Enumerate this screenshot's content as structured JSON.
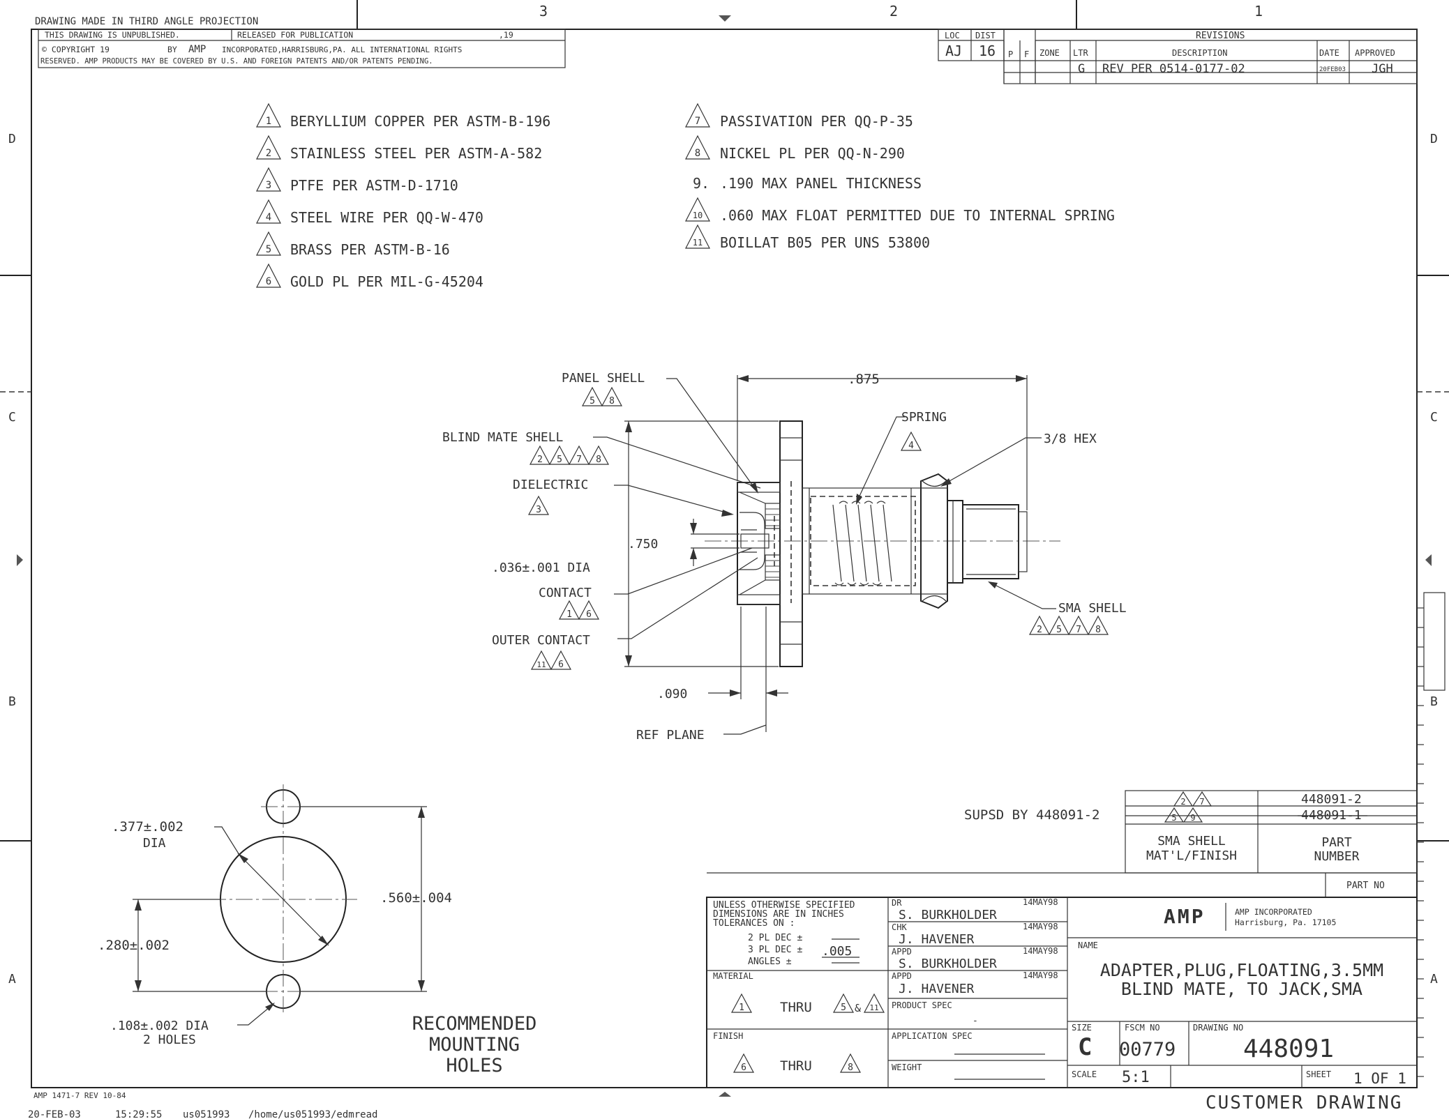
{
  "header": {
    "projection": "DRAWING MADE IN THIRD ANGLE PROJECTION",
    "unpublished": "THIS DRAWING IS UNPUBLISHED.",
    "released": "RELEASED FOR PUBLICATION",
    "released_year": ",19",
    "copyright_a": "© COPYRIGHT 19",
    "copyright_b": "BY",
    "copyright_amp": "AMP",
    "copyright_c": "INCORPORATED,HARRISBURG,PA.  ALL INTERNATIONAL RIGHTS",
    "copyright_d": "RESERVED. AMP PRODUCTS MAY BE COVERED BY U.S. AND FOREIGN PATENTS AND/OR PATENTS PENDING."
  },
  "zones": {
    "top": [
      "3",
      "2",
      "1"
    ],
    "side": [
      "D",
      "C",
      "B",
      "A"
    ]
  },
  "loc_block": {
    "loc_label": "LOC",
    "loc_value": "AJ",
    "dist_label": "DIST",
    "dist_value": "16",
    "p": "P",
    "f": "F"
  },
  "revisions": {
    "title": "REVISIONS",
    "headers": {
      "zone": "ZONE",
      "ltr": "LTR",
      "description": "DESCRIPTION",
      "date": "DATE",
      "approved": "APPROVED"
    },
    "rows": [
      {
        "zone": "",
        "ltr": "G",
        "description": "REV PER 0514-0177-02",
        "date": "20FEB03",
        "approved": "JGH"
      }
    ]
  },
  "notes": {
    "left": [
      {
        "n": "1",
        "text": "BERYLLIUM COPPER PER ASTM-B-196"
      },
      {
        "n": "2",
        "text": "STAINLESS STEEL PER ASTM-A-582"
      },
      {
        "n": "3",
        "text": "PTFE PER ASTM-D-1710"
      },
      {
        "n": "4",
        "text": "STEEL WIRE PER QQ-W-470"
      },
      {
        "n": "5",
        "text": "BRASS PER ASTM-B-16"
      },
      {
        "n": "6",
        "text": "GOLD PL PER MIL-G-45204"
      }
    ],
    "right": [
      {
        "n": "7",
        "text": "PASSIVATION PER QQ-P-35",
        "flag": true
      },
      {
        "n": "8",
        "text": "NICKEL PL PER QQ-N-290",
        "flag": true
      },
      {
        "n": "9.",
        "text": ".190 MAX PANEL THICKNESS",
        "flag": false
      },
      {
        "n": "10",
        "text": ".060 MAX FLOAT PERMITTED DUE TO INTERNAL SPRING",
        "flag": true
      },
      {
        "n": "11",
        "text": "BOILLAT B05 PER UNS 53800",
        "flag": true
      }
    ]
  },
  "callouts": {
    "panel_shell": "PANEL SHELL",
    "panel_shell_flags": [
      "5",
      "8"
    ],
    "blind_mate_shell": "BLIND MATE SHELL",
    "blind_mate_flags": [
      "2",
      "5",
      "7",
      "8"
    ],
    "dielectric": "DIELECTRIC",
    "dielectric_flags": [
      "3"
    ],
    "contact_dia": ".036±.001 DIA",
    "contact": "CONTACT",
    "contact_flags": [
      "1",
      "6"
    ],
    "outer_contact": "OUTER CONTACT",
    "outer_contact_flags": [
      "11",
      "6"
    ],
    "spring": "SPRING",
    "spring_flags": [
      "4"
    ],
    "hex": "3/8 HEX",
    "sma_shell": "SMA SHELL",
    "sma_shell_flags": [
      "2",
      "5",
      "7",
      "8"
    ],
    "dim_875": ".875",
    "dim_750": ".750",
    "dim_090": ".090",
    "ref_plane": "REF PLANE"
  },
  "mounting": {
    "big_dia": ".377±.002",
    "big_dia_label": "DIA",
    "height": ".560±.004",
    "spacing": ".280±.002",
    "small_dia": ".108±.002 DIA",
    "holes": "2 HOLES",
    "title_1": "RECOMMENDED",
    "title_2": "MOUNTING",
    "title_3": "HOLES"
  },
  "parts_table": {
    "rows": [
      {
        "flags": [
          "2",
          "7"
        ],
        "part": "448091-2"
      },
      {
        "flags": [
          "5",
          "9"
        ],
        "part": "448091-1"
      }
    ],
    "supsd_by": "SUPSD BY 448091-2",
    "col1_a": "SMA SHELL",
    "col1_b": "MAT'L/FINISH",
    "col2_a": "PART",
    "col2_b": "NUMBER",
    "part_no": "PART NO"
  },
  "tolerances": {
    "line1": "UNLESS OTHERWISE SPECIFIED",
    "line2": "DIMENSIONS ARE IN INCHES",
    "line3": "TOLERANCES  ON :",
    "pl2": "2 PL DEC ±",
    "pl3": "3 PL DEC ±",
    "pl3_value": ".005",
    "angles": "ANGLES    ±",
    "material": "MATERIAL",
    "material_from": "1",
    "thru": "THRU",
    "material_to": "5",
    "material_amp": "&",
    "material_last": "11",
    "finish": "FINISH",
    "finish_from": "6",
    "finish_to": "8"
  },
  "signatures": [
    {
      "role": "DR",
      "name": "S. BURKHOLDER",
      "date": "14MAY98"
    },
    {
      "role": "CHK",
      "name": "J. HAVENER",
      "date": "14MAY98"
    },
    {
      "role": "APPD",
      "name": "S. BURKHOLDER",
      "date": "14MAY98"
    },
    {
      "role": "APPD",
      "name": "J. HAVENER",
      "date": "14MAY98"
    }
  ],
  "specs": {
    "product_spec": "PRODUCT SPEC",
    "product_spec_value": "-",
    "application_spec": "APPLICATION SPEC",
    "weight": "WEIGHT"
  },
  "title_block": {
    "logo": "AMP",
    "company": "AMP INCORPORATED",
    "city": "Harrisburg, Pa.  17105",
    "name_label": "NAME",
    "name_1": "ADAPTER,PLUG,FLOATING,3.5MM",
    "name_2": "BLIND MATE, TO JACK,SMA",
    "size_label": "SIZE",
    "size": "C",
    "fscm_label": "FSCM NO",
    "fscm": "00779",
    "drawing_label": "DRAWING NO",
    "drawing_no": "448091",
    "scale_label": "SCALE",
    "scale": "5:1",
    "sheet_label": "SHEET",
    "sheet": "1 OF 1"
  },
  "footer": {
    "form": "AMP 1471-7 REV 10-84",
    "date": "20-FEB-03",
    "time": "15:29:55",
    "user": "us051993",
    "path": "/home/us051993/edmread",
    "stamp": "CUSTOMER DRAWING"
  }
}
